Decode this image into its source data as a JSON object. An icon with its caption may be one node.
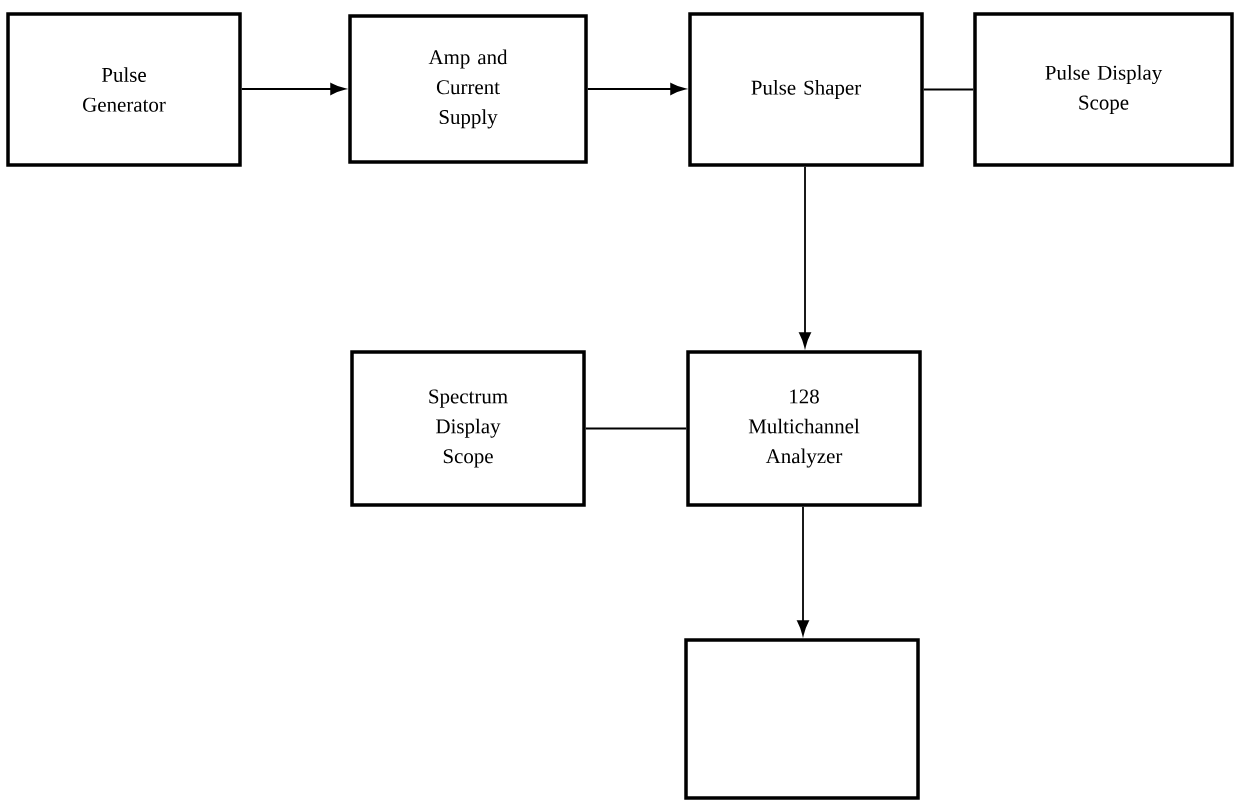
{
  "diagram": {
    "nodes": [
      {
        "text": [
          "Pulse Generator"
        ]
      },
      {
        "text": [
          "Amp and Current Supply"
        ]
      },
      {
        "text": [
          "Pulse Shaper"
        ]
      },
      {
        "text": [
          "Pulse Display Scope"
        ]
      },
      {
        "text": [
          "Spectrum Display Scope"
        ]
      },
      {
        "text": [
          "128 Multichannel Analyzer"
        ]
      },
      {
        "text": [],
        "shape": "box"
      }
    ],
    "edges": [
      {
        "from": 0,
        "to": 1,
        "arrow": "to"
      },
      {
        "from": 1,
        "to": 2,
        "arrow": "to"
      },
      {
        "from": 2,
        "to": 3,
        "arrow": "none"
      },
      {
        "from": 2,
        "to": 5,
        "arrow": "to"
      },
      {
        "from": 4,
        "to": 5,
        "arrow": "none"
      },
      {
        "from": 5,
        "to": 6,
        "arrow": "to"
      }
    ]
  }
}
